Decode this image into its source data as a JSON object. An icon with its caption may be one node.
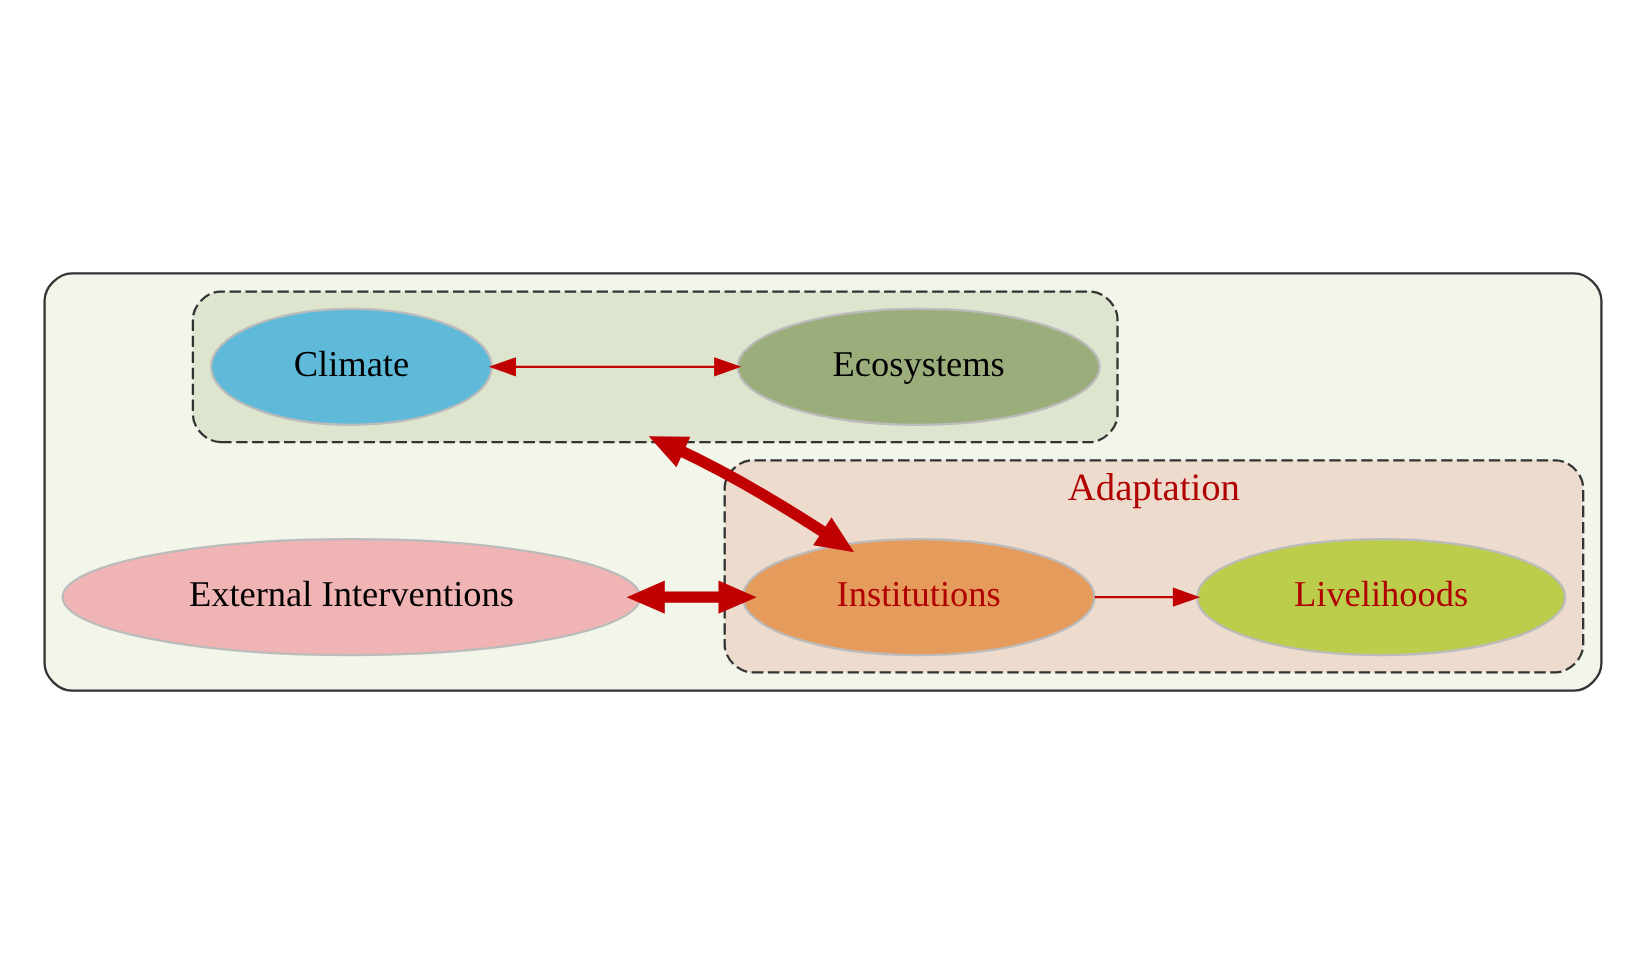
{
  "diagram": {
    "nodes": [
      {
        "text": [],
        "shape": "ellipse"
      },
      {
        "text": [
          "External Interventions"
        ],
        "in": 0
      },
      {
        "text": [],
        "shape": "ellipse",
        "in": 0
      },
      {
        "text": [
          "Climate"
        ],
        "in": 2
      },
      {
        "text": [
          "Ecosystems"
        ],
        "in": 2
      },
      {
        "text": [
          "Adaptation"
        ],
        "in": 0
      },
      {
        "text": [
          "Institutions"
        ],
        "in": 5
      },
      {
        "text": [
          "Livelihoods"
        ],
        "in": 5
      }
    ],
    "edges": [
      {
        "from": 1,
        "to": 6,
        "arrow": "both",
        "style": "thick"
      },
      {
        "from": 3,
        "to": 4,
        "arrow": "both"
      },
      {
        "from": 2,
        "to": 6,
        "arrow": "both",
        "style": "thick"
      },
      {
        "from": 6,
        "to": 7,
        "arrow": "to"
      }
    ]
  }
}
